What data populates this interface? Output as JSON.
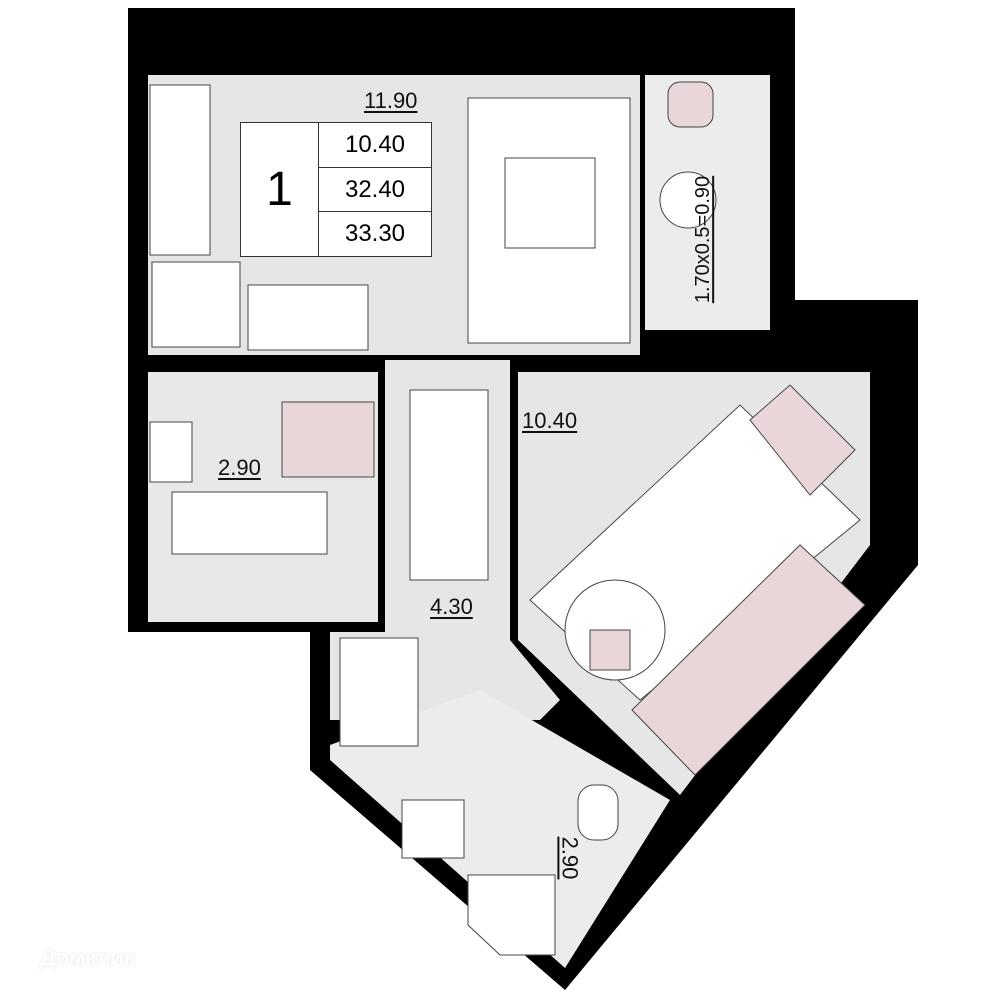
{
  "plan": {
    "room_count": "1",
    "areas_table": [
      "10.40",
      "32.40",
      "33.30"
    ],
    "kitchen_area": "11.90",
    "room_area": "10.40",
    "bathroom_area": "2.90",
    "hallway_area": "4.30",
    "wc_area": "2.90",
    "balcony_area": "1.70x0.5=0.90"
  },
  "colors": {
    "wall": "#000000",
    "floor": "#e6e6e6",
    "furniture_accent": "#e8d6d8"
  },
  "watermark": "Домклик"
}
